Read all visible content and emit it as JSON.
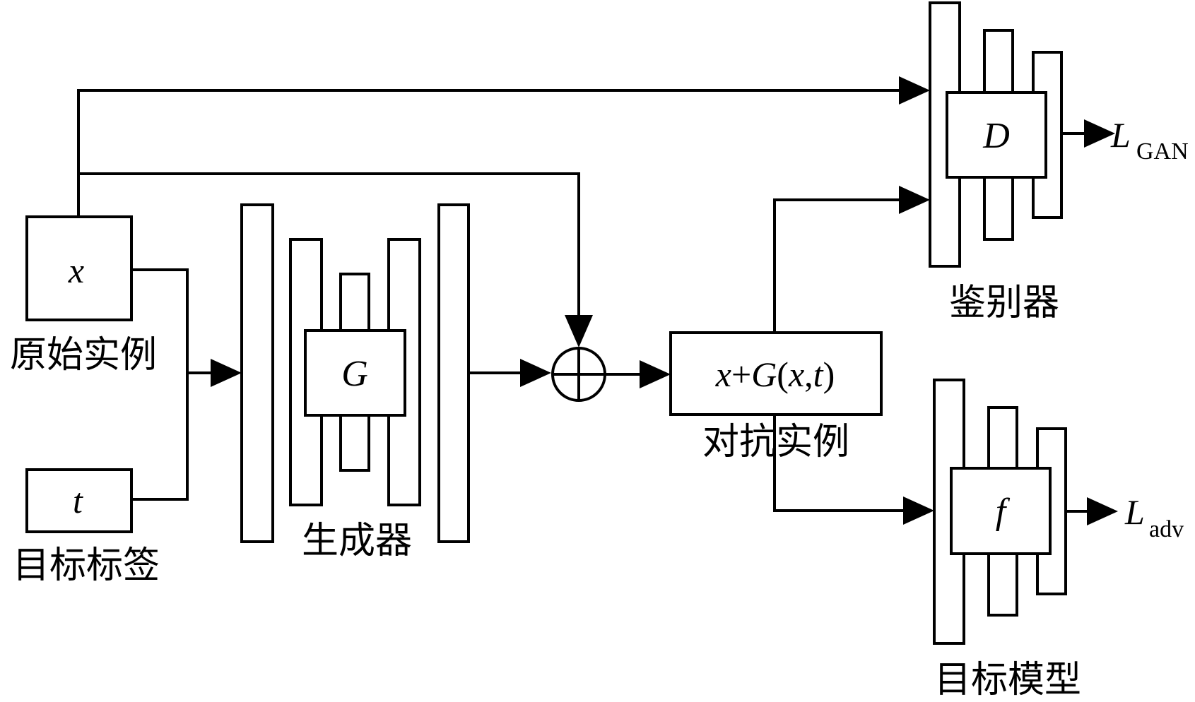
{
  "inputs": {
    "x_symbol": "x",
    "x_caption": "原始实例",
    "t_symbol": "t",
    "t_caption": "目标标签"
  },
  "generator": {
    "symbol": "G",
    "caption": "生成器"
  },
  "combiner": {
    "symbol": "⊕"
  },
  "adversarial": {
    "expr_x": "x",
    "expr_plus": "+",
    "expr_G": "G",
    "expr_open": "(",
    "expr_x2": "x",
    "expr_comma": ",",
    "expr_t": "t",
    "expr_close": ")",
    "caption": "对抗实例"
  },
  "discriminator": {
    "symbol": "D",
    "caption": "鉴别器",
    "loss_symbol": "L",
    "loss_sub": "GAN"
  },
  "target_model": {
    "symbol": "f",
    "caption": "目标模型",
    "loss_symbol": "L",
    "loss_sub": "adv"
  },
  "colors": {
    "stroke": "#000000",
    "background": "#ffffff"
  }
}
